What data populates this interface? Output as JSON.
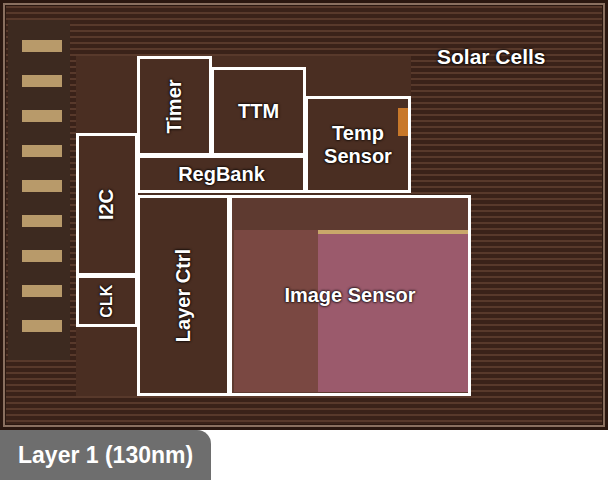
{
  "diagram": {
    "caption": "Layer 1 (130nm)",
    "nodes": [
      {
        "text": [
          "Timer"
        ]
      },
      {
        "text": [
          "TTM"
        ]
      },
      {
        "text": [
          "Temp Sensor"
        ]
      },
      {
        "text": [
          "RegBank"
        ]
      },
      {
        "text": [
          "I2C"
        ]
      },
      {
        "text": [
          "Layer Ctrl"
        ]
      },
      {
        "text": [
          "Image Sensor"
        ]
      },
      {
        "text": [
          "CLK"
        ]
      }
    ],
    "labels": [
      "Solar Cells"
    ]
  }
}
